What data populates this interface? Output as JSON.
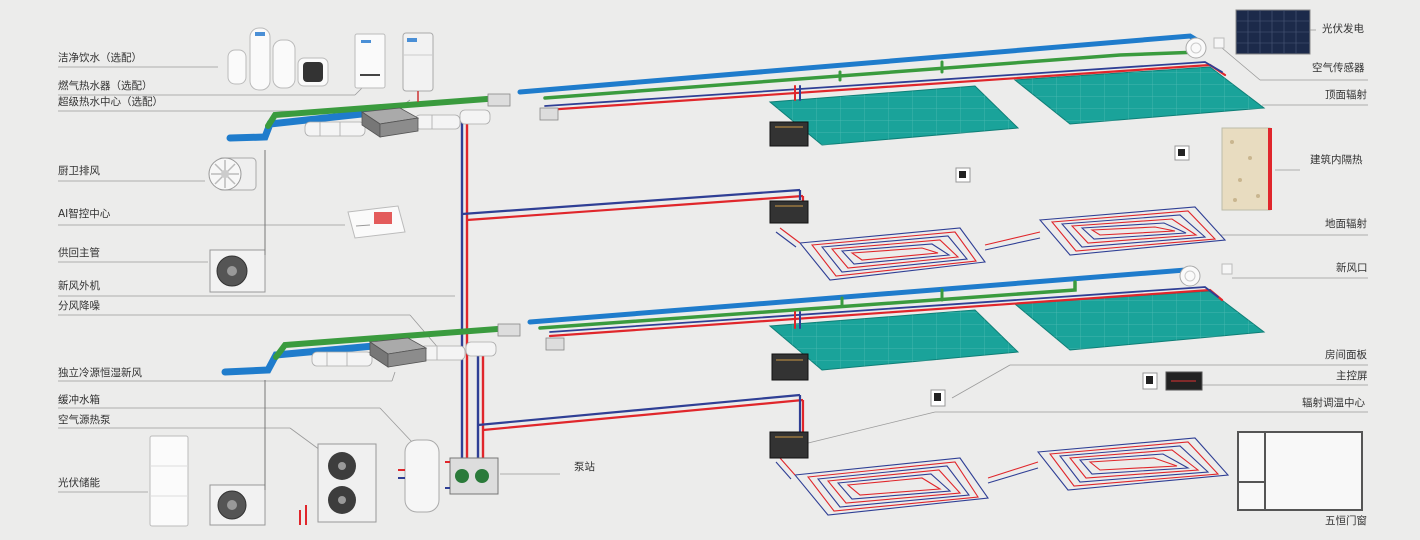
{
  "labels": {
    "clean_water": "洁净饮水（选配）",
    "gas_heater": "燃气热水器（选配）",
    "super_hot_water": "超级热水中心（选配）",
    "kitchen_exhaust": "厨卫排风",
    "ai_center": "AI智控中心",
    "main_pipe": "供回主管",
    "fresh_air_unit": "新风外机",
    "air_distribution": "分风降噪",
    "independent_fresh_air": "独立冷源恒湿新风",
    "buffer_tank": "缓冲水箱",
    "air_source_heat_pump": "空气源热泵",
    "pv_storage": "光伏储能",
    "pump_station": "泵站",
    "pv_generation": "光伏发电",
    "air_sensor": "空气传感器",
    "ceiling_radiation": "顶面辐射",
    "insulation": "建筑内隔热",
    "floor_radiation": "地面辐射",
    "fresh_air_outlet": "新风口",
    "room_panel": "房间面板",
    "main_screen": "主控屏",
    "radiation_center": "辐射调温中心",
    "window": "五恒门窗"
  },
  "colors": {
    "background": "#ececeb",
    "supply_pipe": "#e0262b",
    "return_pipe": "#2f3f95",
    "fresh_air_pipe": "#3a9b3e",
    "exhaust_pipe": "#1f7ccc",
    "ceiling_panel": "#1aa39a",
    "leader_line": "#9a9a9a"
  },
  "icons": [
    "water-purifier-icon",
    "gas-heater-icon",
    "hot-water-center-icon",
    "exhaust-fan-icon",
    "ai-controller-icon",
    "outdoor-unit-icon",
    "heat-pump-icon",
    "buffer-tank-icon",
    "battery-icon",
    "pump-station-icon",
    "solar-panel-icon",
    "air-sensor-icon",
    "insulation-wall-icon",
    "wall-panel-icon",
    "main-screen-icon",
    "window-icon",
    "manifold-icon"
  ]
}
